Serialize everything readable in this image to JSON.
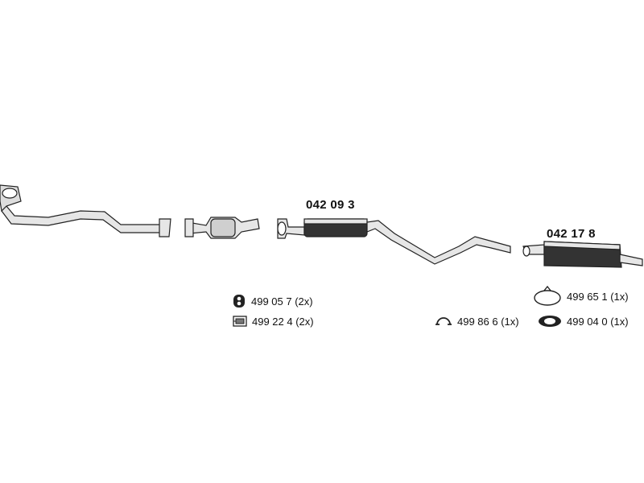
{
  "parts": {
    "middle_silencer": {
      "code": "042 09 3"
    },
    "rear_silencer": {
      "code": "042 17 8"
    }
  },
  "accessories": [
    {
      "code": "499 05 7 (2x)",
      "icon": "rubber-hanger-icon"
    },
    {
      "code": "499 22 4 (2x)",
      "icon": "mounting-bracket-icon"
    },
    {
      "code": "499 86 6 (1x)",
      "icon": "pipe-clamp-icon"
    },
    {
      "code": "499 65 1 (1x)",
      "icon": "hanger-loop-icon"
    },
    {
      "code": "499 04 0 (1x)",
      "icon": "gasket-icon"
    }
  ],
  "colors": {
    "line": "#222222",
    "fill_light": "#e6e6e6",
    "fill_dark": "#333333"
  }
}
